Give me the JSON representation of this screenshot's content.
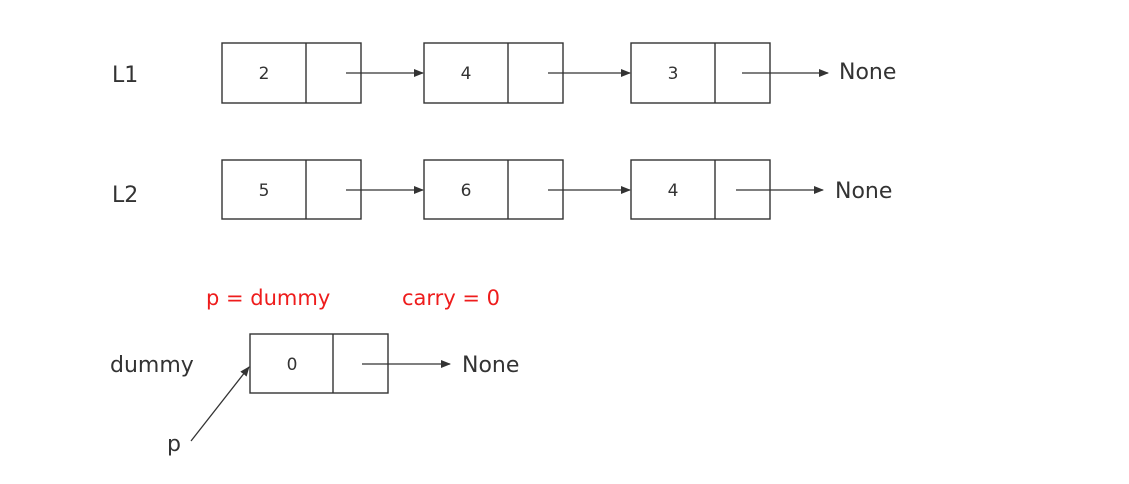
{
  "lists": [
    {
      "label": "L1",
      "nodes": [
        "2",
        "4",
        "3"
      ],
      "terminal": "None"
    },
    {
      "label": "L2",
      "nodes": [
        "5",
        "6",
        "4"
      ],
      "terminal": "None"
    }
  ],
  "annotations": {
    "p_assign": "p = dummy",
    "carry_assign": "carry = 0"
  },
  "dummy": {
    "label": "dummy",
    "value": "0",
    "terminal": "None",
    "pointer_label": "p"
  },
  "colors": {
    "annotation": "#ee1c1c",
    "stroke": "#333333"
  }
}
